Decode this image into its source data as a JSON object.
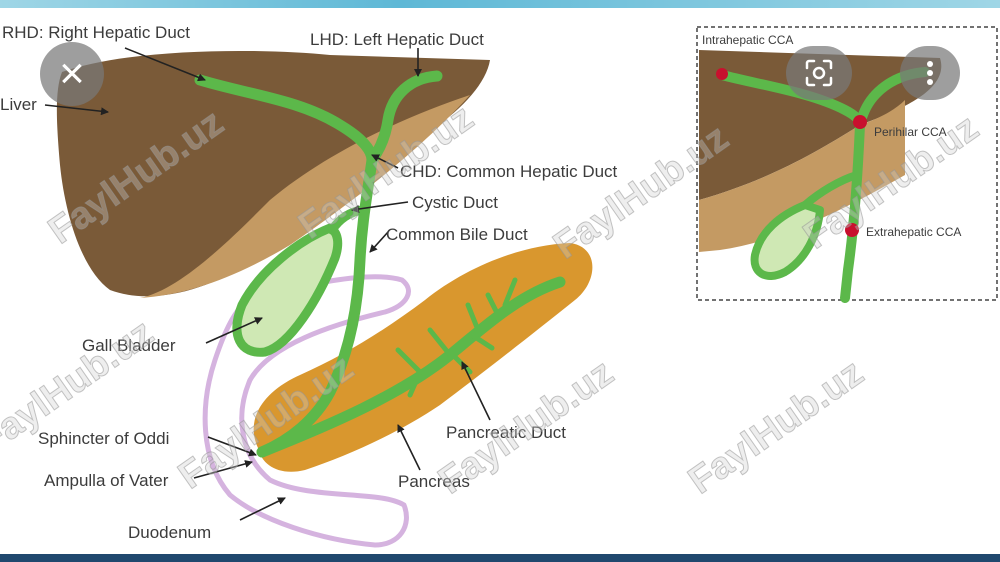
{
  "labels": {
    "rhd": "RHD: Right Hepatic Duct",
    "lhd": "LHD: Left Hepatic Duct",
    "liver": "Liver",
    "chd": "CHD: Common Hepatic Duct",
    "cystic_duct": "Cystic Duct",
    "common_bile_duct": "Common Bile Duct",
    "gall_bladder": "Gall Bladder",
    "pancreatic_duct": "Pancreatic Duct",
    "sphincter": "Sphincter of Oddi",
    "ampulla": "Ampulla of Vater",
    "pancreas": "Pancreas",
    "duodenum": "Duodenum"
  },
  "inset": {
    "intrahepatic": "Intrahepatic CCA",
    "perihilar": "Perihilar CCA",
    "extrahepatic": "Extrahepatic CCA"
  },
  "watermark": "FaylHub.uz",
  "controls": {
    "close": "×",
    "close_icon": "close-icon",
    "lens_icon": "lens-icon",
    "more_icon": "more-vertical-icon"
  },
  "colors": {
    "liver_dark": "#7a5a38",
    "liver_light": "#c49a63",
    "duct_green": "#5cb84a",
    "gallbladder_fill": "#cfe8b4",
    "pancreas": "#d9972e",
    "duodenum_outline": "#d5b3df",
    "marker_red": "#c8102e"
  }
}
